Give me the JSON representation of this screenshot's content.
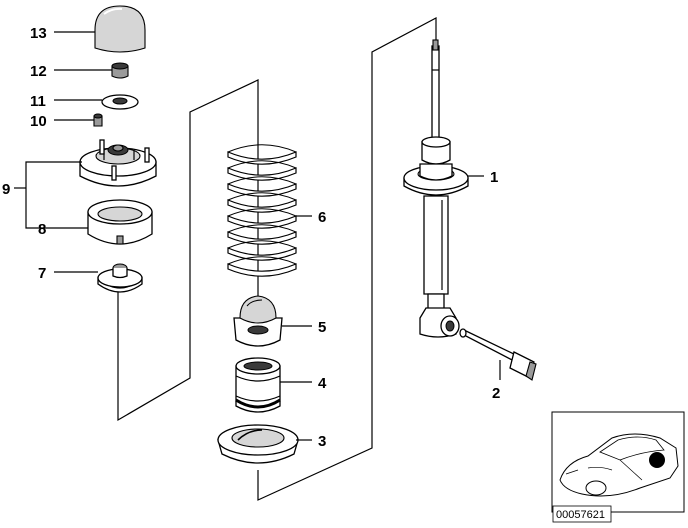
{
  "callouts": [
    {
      "id": "13",
      "label": "13"
    },
    {
      "id": "12",
      "label": "12"
    },
    {
      "id": "11",
      "label": "11"
    },
    {
      "id": "10",
      "label": "10"
    },
    {
      "id": "9",
      "label": "9"
    },
    {
      "id": "8",
      "label": "8"
    },
    {
      "id": "7",
      "label": "7"
    },
    {
      "id": "6",
      "label": "6"
    },
    {
      "id": "5",
      "label": "5"
    },
    {
      "id": "4",
      "label": "4"
    },
    {
      "id": "3",
      "label": "3"
    },
    {
      "id": "2",
      "label": "2"
    },
    {
      "id": "1",
      "label": "1"
    }
  ],
  "inset": {
    "reference_number": "00057621"
  }
}
